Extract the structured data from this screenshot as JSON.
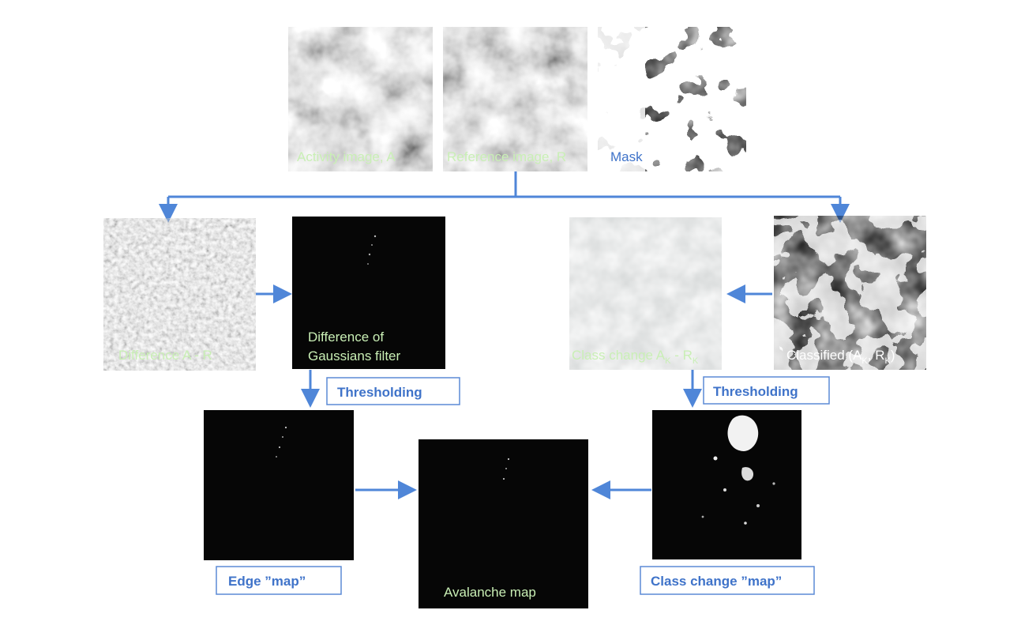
{
  "colors": {
    "arrow": "#4f86d8",
    "label_light": "#c9efb5",
    "label_blue": "#3f73c9",
    "box_border": "#5b8ad6",
    "panel_dark": "#060606"
  },
  "images": {
    "activity": {
      "label": "Activity image, A"
    },
    "reference": {
      "label": "Reference image, R"
    },
    "mask": {
      "label": "Mask"
    },
    "difference": {
      "label": "Difference  A - R"
    },
    "dog": {
      "label_line1": "Difference of",
      "label_line2": "Gaussians filter"
    },
    "class_change": {
      "label_prefix": "Class change A",
      "sub_a": "K",
      "label_mid": " - R",
      "sub_r": "K"
    },
    "classified": {
      "label_prefix": "Classified (A",
      "sub_a": "K",
      "label_mid": ", R",
      "sub_r": "K",
      "label_suffix": ")"
    },
    "edge_map": {},
    "avalanche": {
      "label": "Avalanche map"
    },
    "class_change_map": {}
  },
  "boxes": {
    "thresholding_left": "Thresholding",
    "thresholding_right": "Thresholding",
    "edge_map": "Edge ”map”",
    "class_change_map": "Class change ”map”"
  },
  "icons": [
    "arrow-icon"
  ]
}
